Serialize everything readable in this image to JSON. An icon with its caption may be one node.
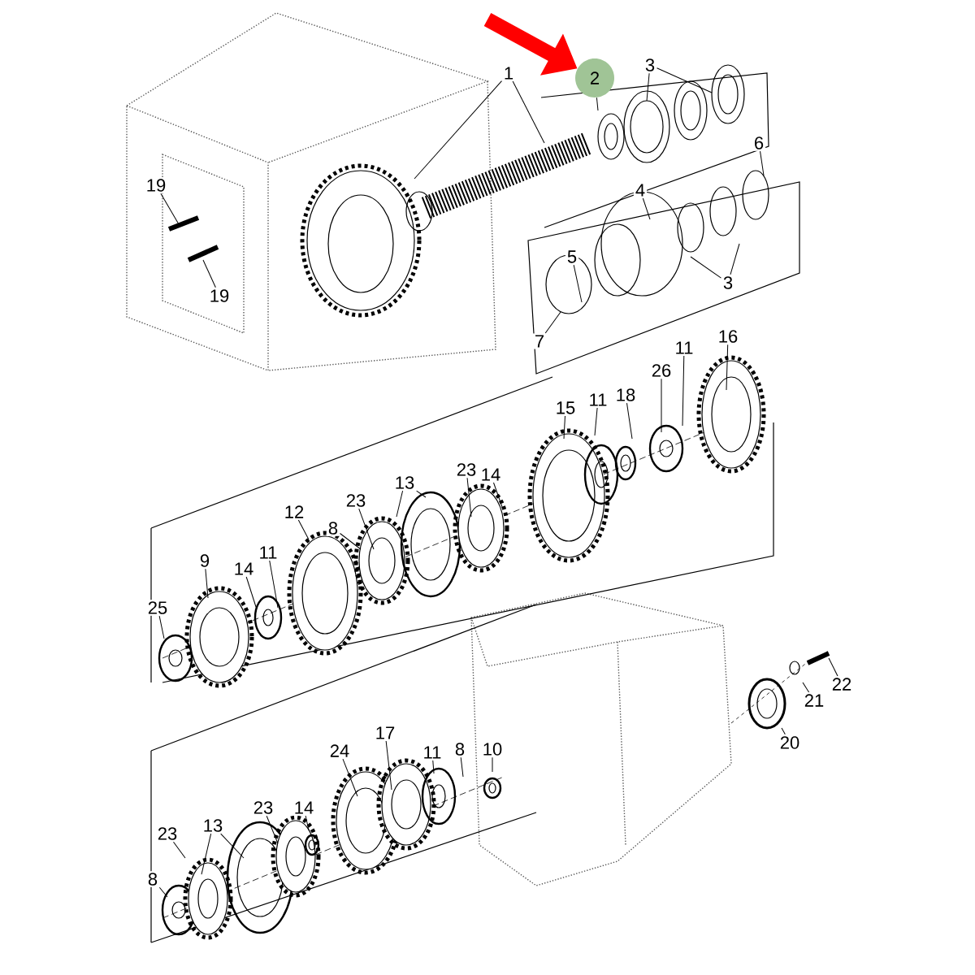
{
  "diagram": {
    "nodes": [
      {
        "text": [
          "1"
        ]
      },
      {
        "text": [
          "2"
        ]
      },
      {
        "text": [
          "3"
        ]
      },
      {
        "text": [
          "6"
        ]
      },
      {
        "text": [
          "4"
        ]
      },
      {
        "text": [
          "19"
        ]
      },
      {
        "text": [
          "19"
        ]
      },
      {
        "text": [
          "5"
        ]
      },
      {
        "text": [
          "3"
        ]
      },
      {
        "text": [
          "7"
        ]
      },
      {
        "text": [
          "16"
        ]
      },
      {
        "text": [
          "11"
        ]
      },
      {
        "text": [
          "26"
        ]
      },
      {
        "text": [
          "15"
        ]
      },
      {
        "text": [
          "11"
        ]
      },
      {
        "text": [
          "18"
        ]
      },
      {
        "text": [
          "23"
        ]
      },
      {
        "text": [
          "14"
        ]
      },
      {
        "text": [
          "13"
        ]
      },
      {
        "text": [
          "23"
        ]
      },
      {
        "text": [
          "12"
        ]
      },
      {
        "text": [
          "8"
        ]
      },
      {
        "text": [
          "9"
        ]
      },
      {
        "text": [
          "14"
        ]
      },
      {
        "text": [
          "11"
        ]
      },
      {
        "text": [
          "25"
        ]
      },
      {
        "text": [
          "22"
        ]
      },
      {
        "text": [
          "21"
        ]
      },
      {
        "text": [
          "20"
        ]
      },
      {
        "text": [
          "24"
        ]
      },
      {
        "text": [
          "17"
        ]
      },
      {
        "text": [
          "11"
        ]
      },
      {
        "text": [
          "8"
        ]
      },
      {
        "text": [
          "10"
        ]
      },
      {
        "text": [
          "23"
        ]
      },
      {
        "text": [
          "14"
        ]
      },
      {
        "text": [
          "13"
        ]
      },
      {
        "text": [
          "23"
        ]
      },
      {
        "text": [
          "8"
        ]
      }
    ],
    "edges": [
      {
        "from": 0,
        "to": null,
        "arrow": "none"
      },
      {
        "from": 0,
        "to": null,
        "arrow": "none"
      },
      {
        "from": 1,
        "to": null,
        "arrow": "none"
      },
      {
        "from": 2,
        "to": null,
        "arrow": "none"
      },
      {
        "from": 2,
        "to": null,
        "arrow": "none"
      },
      {
        "from": 3,
        "to": null,
        "arrow": "none"
      },
      {
        "from": 4,
        "to": null,
        "arrow": "none"
      },
      {
        "from": 5,
        "to": null,
        "arrow": "none"
      },
      {
        "from": 6,
        "to": null,
        "arrow": "none"
      },
      {
        "from": 7,
        "to": null,
        "arrow": "none"
      },
      {
        "from": 8,
        "to": null,
        "arrow": "none"
      },
      {
        "from": 8,
        "to": null,
        "arrow": "none"
      },
      {
        "from": 9,
        "to": null,
        "arrow": "none"
      },
      {
        "from": 10,
        "to": null,
        "arrow": "none"
      },
      {
        "from": 11,
        "to": null,
        "arrow": "none"
      },
      {
        "from": 12,
        "to": null,
        "arrow": "none"
      },
      {
        "from": 13,
        "to": null,
        "arrow": "none"
      },
      {
        "from": 14,
        "to": null,
        "arrow": "none"
      },
      {
        "from": 15,
        "to": null,
        "arrow": "none"
      },
      {
        "from": 16,
        "to": null,
        "arrow": "none"
      },
      {
        "from": 17,
        "to": null,
        "arrow": "none"
      },
      {
        "from": 18,
        "to": null,
        "arrow": "none"
      },
      {
        "from": 18,
        "to": null,
        "arrow": "none"
      },
      {
        "from": 19,
        "to": null,
        "arrow": "none"
      },
      {
        "from": 20,
        "to": null,
        "arrow": "none"
      },
      {
        "from": 21,
        "to": null,
        "arrow": "none"
      },
      {
        "from": 22,
        "to": null,
        "arrow": "none"
      },
      {
        "from": 23,
        "to": null,
        "arrow": "none"
      },
      {
        "from": 24,
        "to": null,
        "arrow": "none"
      },
      {
        "from": 25,
        "to": null,
        "arrow": "none"
      },
      {
        "from": 26,
        "to": null,
        "arrow": "none"
      },
      {
        "from": 27,
        "to": null,
        "arrow": "none"
      },
      {
        "from": 28,
        "to": null,
        "arrow": "none"
      },
      {
        "from": 29,
        "to": null,
        "arrow": "none"
      },
      {
        "from": 30,
        "to": null,
        "arrow": "none"
      },
      {
        "from": 31,
        "to": null,
        "arrow": "none"
      },
      {
        "from": 32,
        "to": null,
        "arrow": "none"
      },
      {
        "from": 33,
        "to": null,
        "arrow": "none"
      },
      {
        "from": 34,
        "to": null,
        "arrow": "none"
      },
      {
        "from": 35,
        "to": null,
        "arrow": "none"
      },
      {
        "from": 36,
        "to": null,
        "arrow": "none"
      },
      {
        "from": 36,
        "to": null,
        "arrow": "none"
      },
      {
        "from": 37,
        "to": null,
        "arrow": "none"
      },
      {
        "from": 38,
        "to": null,
        "arrow": "none"
      },
      {
        "from": null,
        "to": 1,
        "arrow": "to",
        "style": "thick",
        "color": "#ff0000"
      }
    ]
  }
}
